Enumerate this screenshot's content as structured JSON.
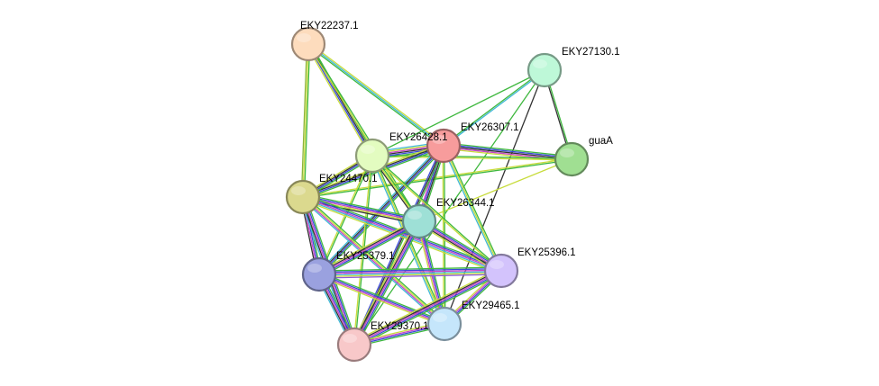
{
  "network": {
    "nodes": [
      {
        "id": "EKY22237.1",
        "label": "EKY22237.1",
        "color": "#fddcbd"
      },
      {
        "id": "EKY27130.1",
        "label": "EKY27130.1",
        "color": "#bef8d8"
      },
      {
        "id": "EKY26307.1",
        "label": "EKY26307.1",
        "color": "#f79c9c"
      },
      {
        "id": "EKY26428.1",
        "label": "EKY26428.1",
        "color": "#e3fcc0"
      },
      {
        "id": "guaA",
        "label": "guaA",
        "color": "#a0df92"
      },
      {
        "id": "EKY24470.1",
        "label": "EKY24470.1",
        "color": "#dbd98e"
      },
      {
        "id": "EKY26344.1",
        "label": "EKY26344.1",
        "color": "#9ee0d6"
      },
      {
        "id": "EKY25379.1",
        "label": "EKY25379.1",
        "color": "#9aa1df"
      },
      {
        "id": "EKY25396.1",
        "label": "EKY25396.1",
        "color": "#d3c3fc"
      },
      {
        "id": "EKY29465.1",
        "label": "EKY29465.1",
        "color": "#c5e6fb"
      },
      {
        "id": "EKY29370.1",
        "label": "EKY29370.1",
        "color": "#f8c8c9"
      }
    ],
    "edge_colors": {
      "green": "#3fb83f",
      "yellow": "#c8dc3c",
      "cyan": "#41b8d6",
      "blue": "#3a49d8",
      "black": "#333333",
      "magenta": "#c843c8",
      "purple": "#8f5ad8",
      "olive": "#8cb43c"
    },
    "edges": [
      {
        "a": "EKY22237.1",
        "b": "EKY26428.1",
        "c": [
          "green",
          "black",
          "blue",
          "yellow"
        ]
      },
      {
        "a": "EKY22237.1",
        "b": "EKY26307.1",
        "c": [
          "yellow",
          "cyan",
          "green"
        ]
      },
      {
        "a": "EKY22237.1",
        "b": "EKY24470.1",
        "c": [
          "green",
          "yellow",
          "olive"
        ]
      },
      {
        "a": "EKY22237.1",
        "b": "EKY26344.1",
        "c": [
          "green",
          "yellow"
        ]
      },
      {
        "a": "EKY27130.1",
        "b": "EKY26307.1",
        "c": [
          "cyan",
          "green"
        ]
      },
      {
        "a": "EKY27130.1",
        "b": "guaA",
        "c": [
          "green",
          "black"
        ]
      },
      {
        "a": "EKY27130.1",
        "b": "EKY29465.1",
        "c": [
          "black"
        ]
      },
      {
        "a": "EKY27130.1",
        "b": "EKY29370.1",
        "c": [
          "green"
        ]
      },
      {
        "a": "EKY27130.1",
        "b": "EKY26428.1",
        "c": [
          "green"
        ]
      },
      {
        "a": "EKY26307.1",
        "b": "guaA",
        "c": [
          "green",
          "blue",
          "black",
          "magenta",
          "yellow"
        ]
      },
      {
        "a": "EKY26428.1",
        "b": "guaA",
        "c": [
          "green",
          "yellow"
        ]
      },
      {
        "a": "EKY24470.1",
        "b": "guaA",
        "c": [
          "yellow",
          "green"
        ]
      },
      {
        "a": "EKY26344.1",
        "b": "guaA",
        "c": [
          "yellow"
        ]
      },
      {
        "a": "EKY26307.1",
        "b": "EKY26428.1",
        "c": [
          "green",
          "blue",
          "black",
          "magenta",
          "yellow",
          "cyan"
        ]
      },
      {
        "a": "EKY26307.1",
        "b": "EKY24470.1",
        "c": [
          "green",
          "blue",
          "black",
          "yellow"
        ]
      },
      {
        "a": "EKY26307.1",
        "b": "EKY26344.1",
        "c": [
          "green",
          "black",
          "blue",
          "magenta"
        ]
      },
      {
        "a": "EKY26307.1",
        "b": "EKY25379.1",
        "c": [
          "green",
          "blue",
          "black",
          "cyan"
        ]
      },
      {
        "a": "EKY26307.1",
        "b": "EKY25396.1",
        "c": [
          "green",
          "yellow",
          "cyan"
        ]
      },
      {
        "a": "EKY26307.1",
        "b": "EKY29465.1",
        "c": [
          "green",
          "yellow"
        ]
      },
      {
        "a": "EKY26307.1",
        "b": "EKY29370.1",
        "c": [
          "green",
          "black",
          "blue"
        ]
      },
      {
        "a": "EKY26428.1",
        "b": "EKY24470.1",
        "c": [
          "green",
          "blue",
          "black",
          "yellow"
        ]
      },
      {
        "a": "EKY26428.1",
        "b": "EKY26344.1",
        "c": [
          "green",
          "yellow",
          "black"
        ]
      },
      {
        "a": "EKY26428.1",
        "b": "EKY25379.1",
        "c": [
          "green",
          "yellow"
        ]
      },
      {
        "a": "EKY26428.1",
        "b": "EKY25396.1",
        "c": [
          "green",
          "yellow"
        ]
      },
      {
        "a": "EKY26428.1",
        "b": "EKY29465.1",
        "c": [
          "green",
          "yellow",
          "cyan"
        ]
      },
      {
        "a": "EKY26428.1",
        "b": "EKY29370.1",
        "c": [
          "green",
          "yellow"
        ]
      },
      {
        "a": "EKY24470.1",
        "b": "EKY26344.1",
        "c": [
          "green",
          "blue",
          "magenta",
          "yellow",
          "black"
        ]
      },
      {
        "a": "EKY24470.1",
        "b": "EKY25379.1",
        "c": [
          "green",
          "blue",
          "magenta",
          "black"
        ]
      },
      {
        "a": "EKY24470.1",
        "b": "EKY25396.1",
        "c": [
          "green",
          "blue",
          "magenta",
          "cyan",
          "yellow"
        ]
      },
      {
        "a": "EKY24470.1",
        "b": "EKY29465.1",
        "c": [
          "green",
          "yellow",
          "magenta",
          "cyan"
        ]
      },
      {
        "a": "EKY24470.1",
        "b": "EKY29370.1",
        "c": [
          "green",
          "blue",
          "magenta",
          "black",
          "cyan"
        ]
      },
      {
        "a": "EKY26344.1",
        "b": "EKY25379.1",
        "c": [
          "green",
          "blue",
          "magenta",
          "black",
          "yellow"
        ]
      },
      {
        "a": "EKY26344.1",
        "b": "EKY25396.1",
        "c": [
          "green",
          "blue",
          "magenta",
          "black",
          "yellow"
        ]
      },
      {
        "a": "EKY26344.1",
        "b": "EKY29465.1",
        "c": [
          "green",
          "blue",
          "magenta",
          "yellow"
        ]
      },
      {
        "a": "EKY26344.1",
        "b": "EKY29370.1",
        "c": [
          "green",
          "blue",
          "magenta",
          "black",
          "yellow"
        ]
      },
      {
        "a": "EKY25379.1",
        "b": "EKY25396.1",
        "c": [
          "green",
          "blue",
          "magenta",
          "cyan",
          "yellow",
          "purple"
        ]
      },
      {
        "a": "EKY25379.1",
        "b": "EKY29465.1",
        "c": [
          "green",
          "blue",
          "magenta",
          "yellow"
        ]
      },
      {
        "a": "EKY25379.1",
        "b": "EKY29370.1",
        "c": [
          "green",
          "blue",
          "magenta",
          "black",
          "cyan"
        ]
      },
      {
        "a": "EKY25396.1",
        "b": "EKY29465.1",
        "c": [
          "green",
          "blue",
          "magenta",
          "yellow"
        ]
      },
      {
        "a": "EKY25396.1",
        "b": "EKY29370.1",
        "c": [
          "green",
          "blue",
          "magenta",
          "black",
          "yellow"
        ]
      },
      {
        "a": "EKY29465.1",
        "b": "EKY29370.1",
        "c": [
          "green",
          "blue",
          "magenta",
          "yellow"
        ]
      }
    ]
  }
}
